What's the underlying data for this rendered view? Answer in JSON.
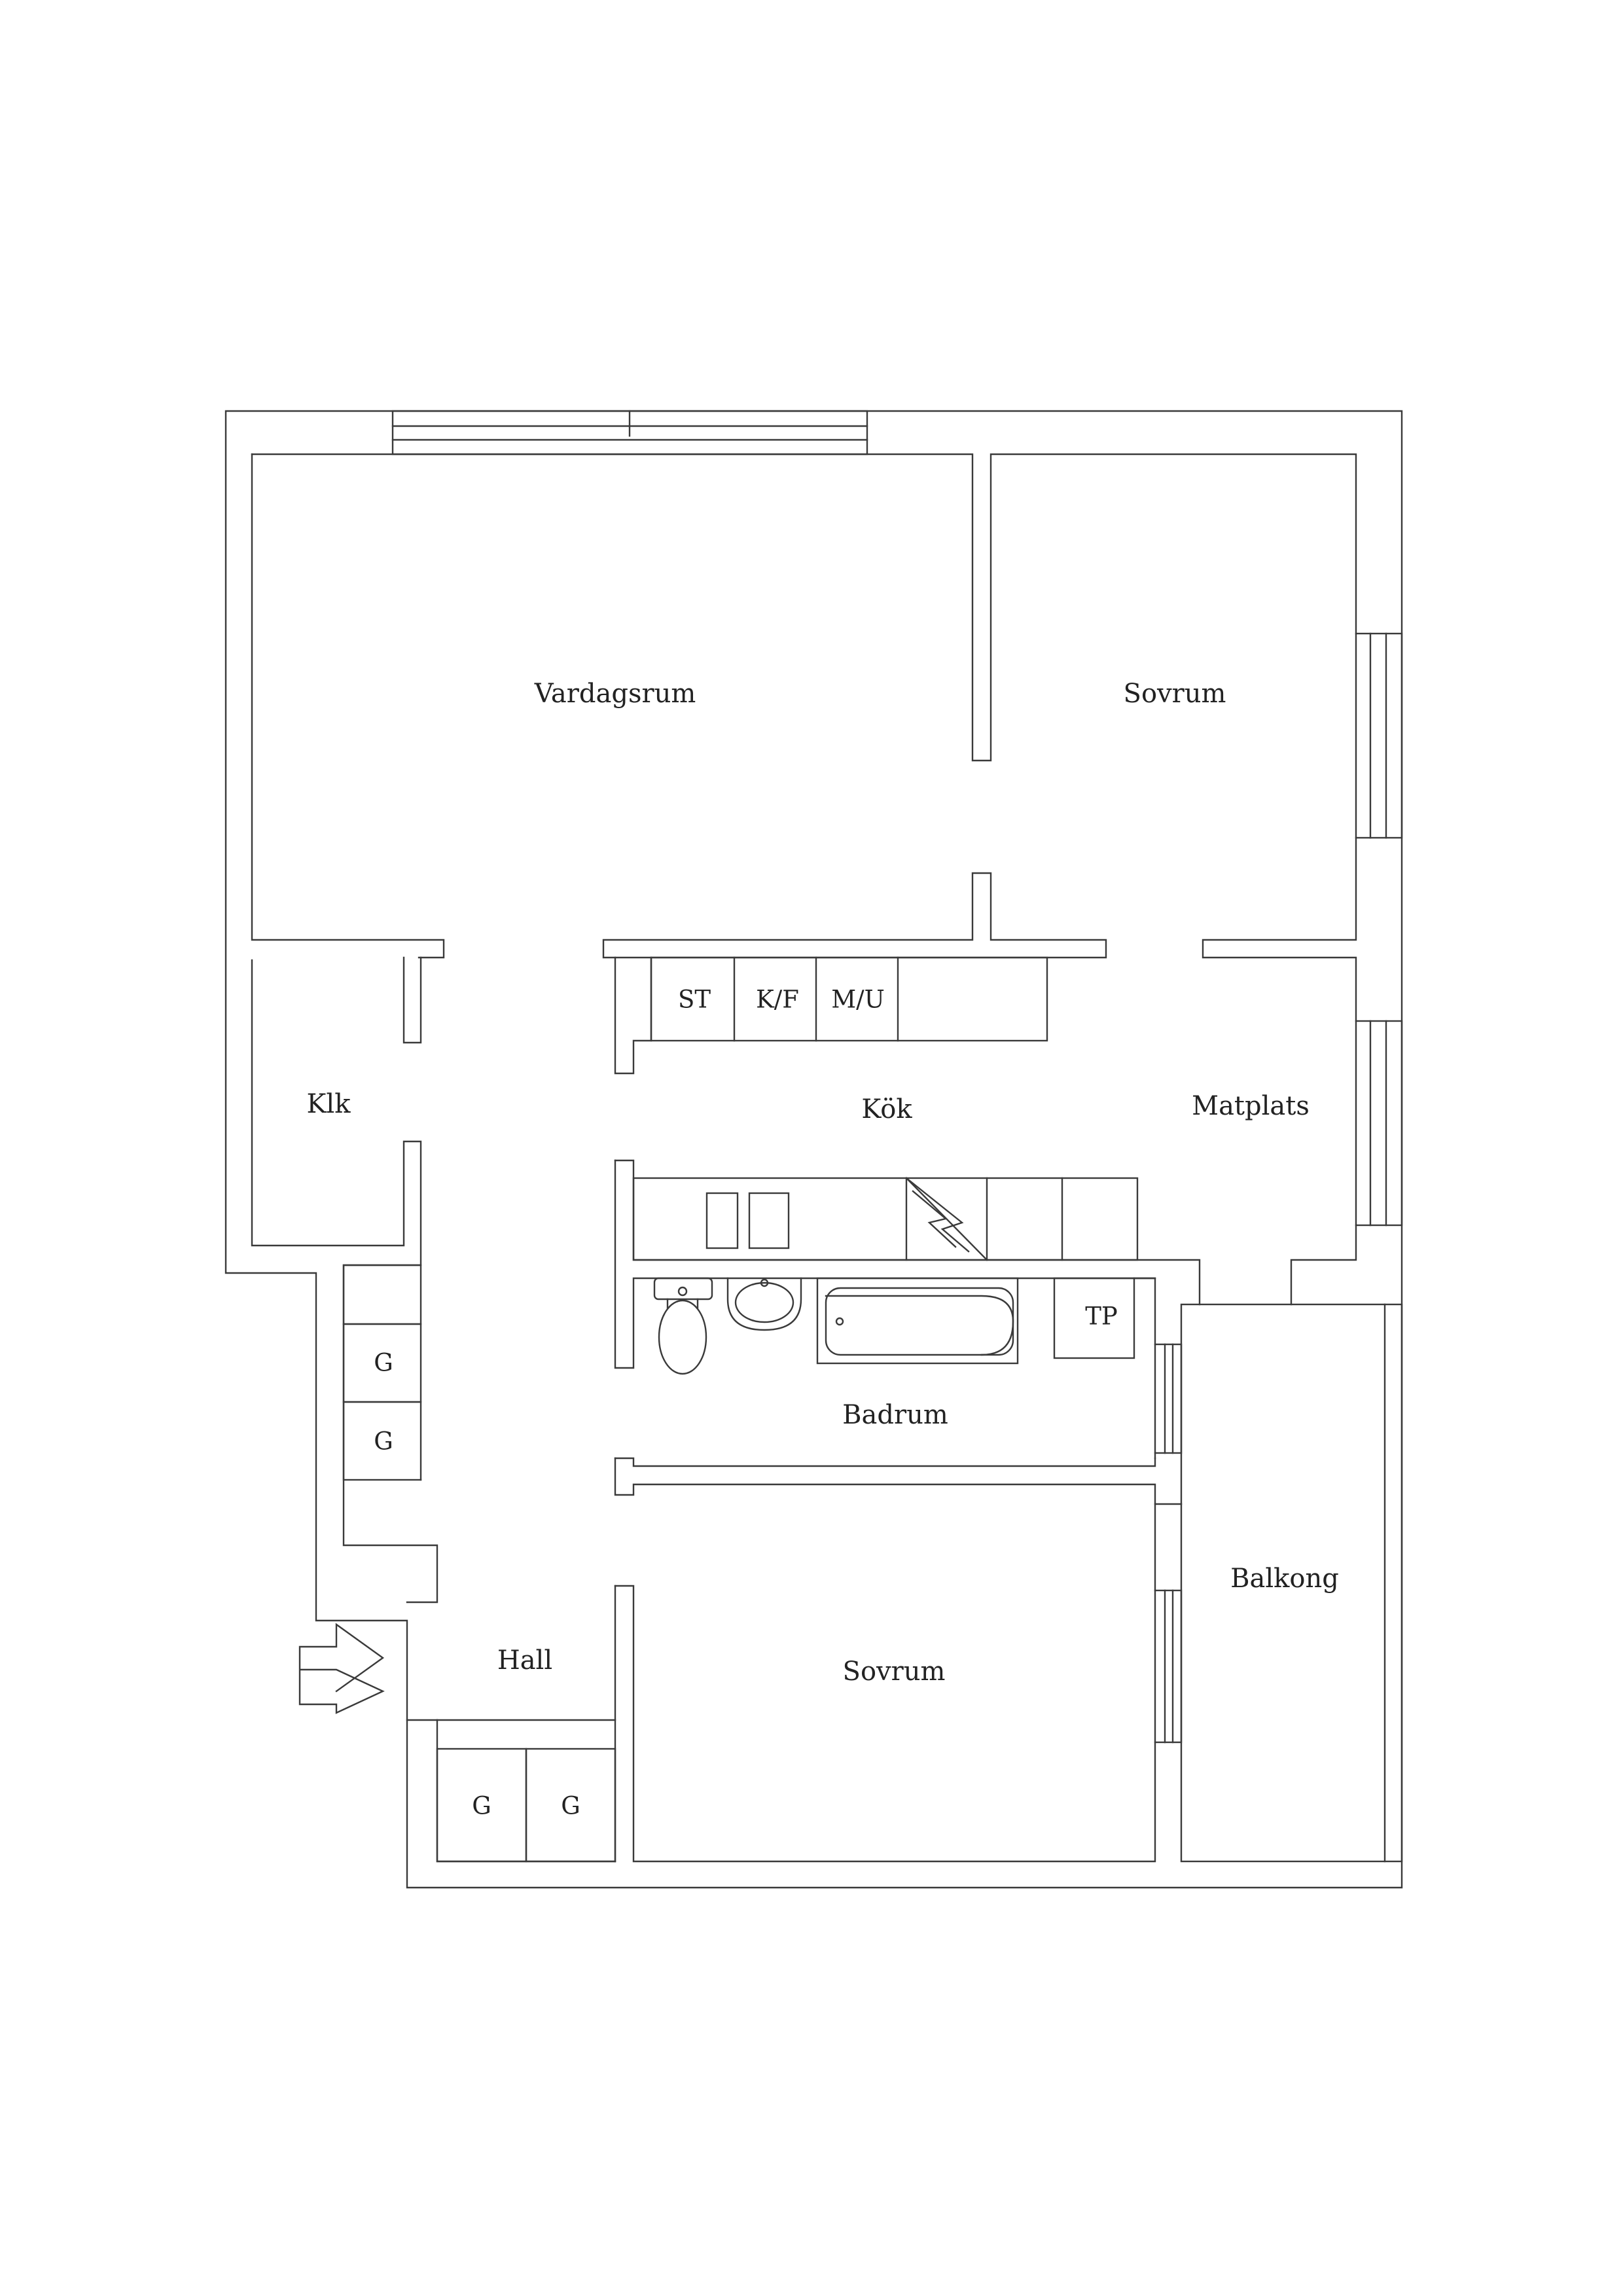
{
  "rooms": {
    "vardagsrum": "Vardagsrum",
    "sovrum_1": "Sovrum",
    "klk": "Klk",
    "kok": "Kök",
    "matplats": "Matplats",
    "badrum": "Badrum",
    "balkong": "Balkong",
    "hall": "Hall",
    "sovrum_2": "Sovrum"
  },
  "fixtures": {
    "st": "ST",
    "kf": "K/F",
    "mu": "M/U",
    "tp": "TP",
    "wardrobe_1": "G",
    "wardrobe_2": "G",
    "wardrobe_3": "G",
    "wardrobe_4": "G"
  },
  "icons": [
    "entrance-arrow-icon",
    "toilet-icon",
    "sink-icon",
    "bathtub-icon",
    "stove-icon",
    "kitchen-sink-icon"
  ],
  "colors": {
    "line": "#3a3a3a",
    "background": "#ffffff"
  }
}
